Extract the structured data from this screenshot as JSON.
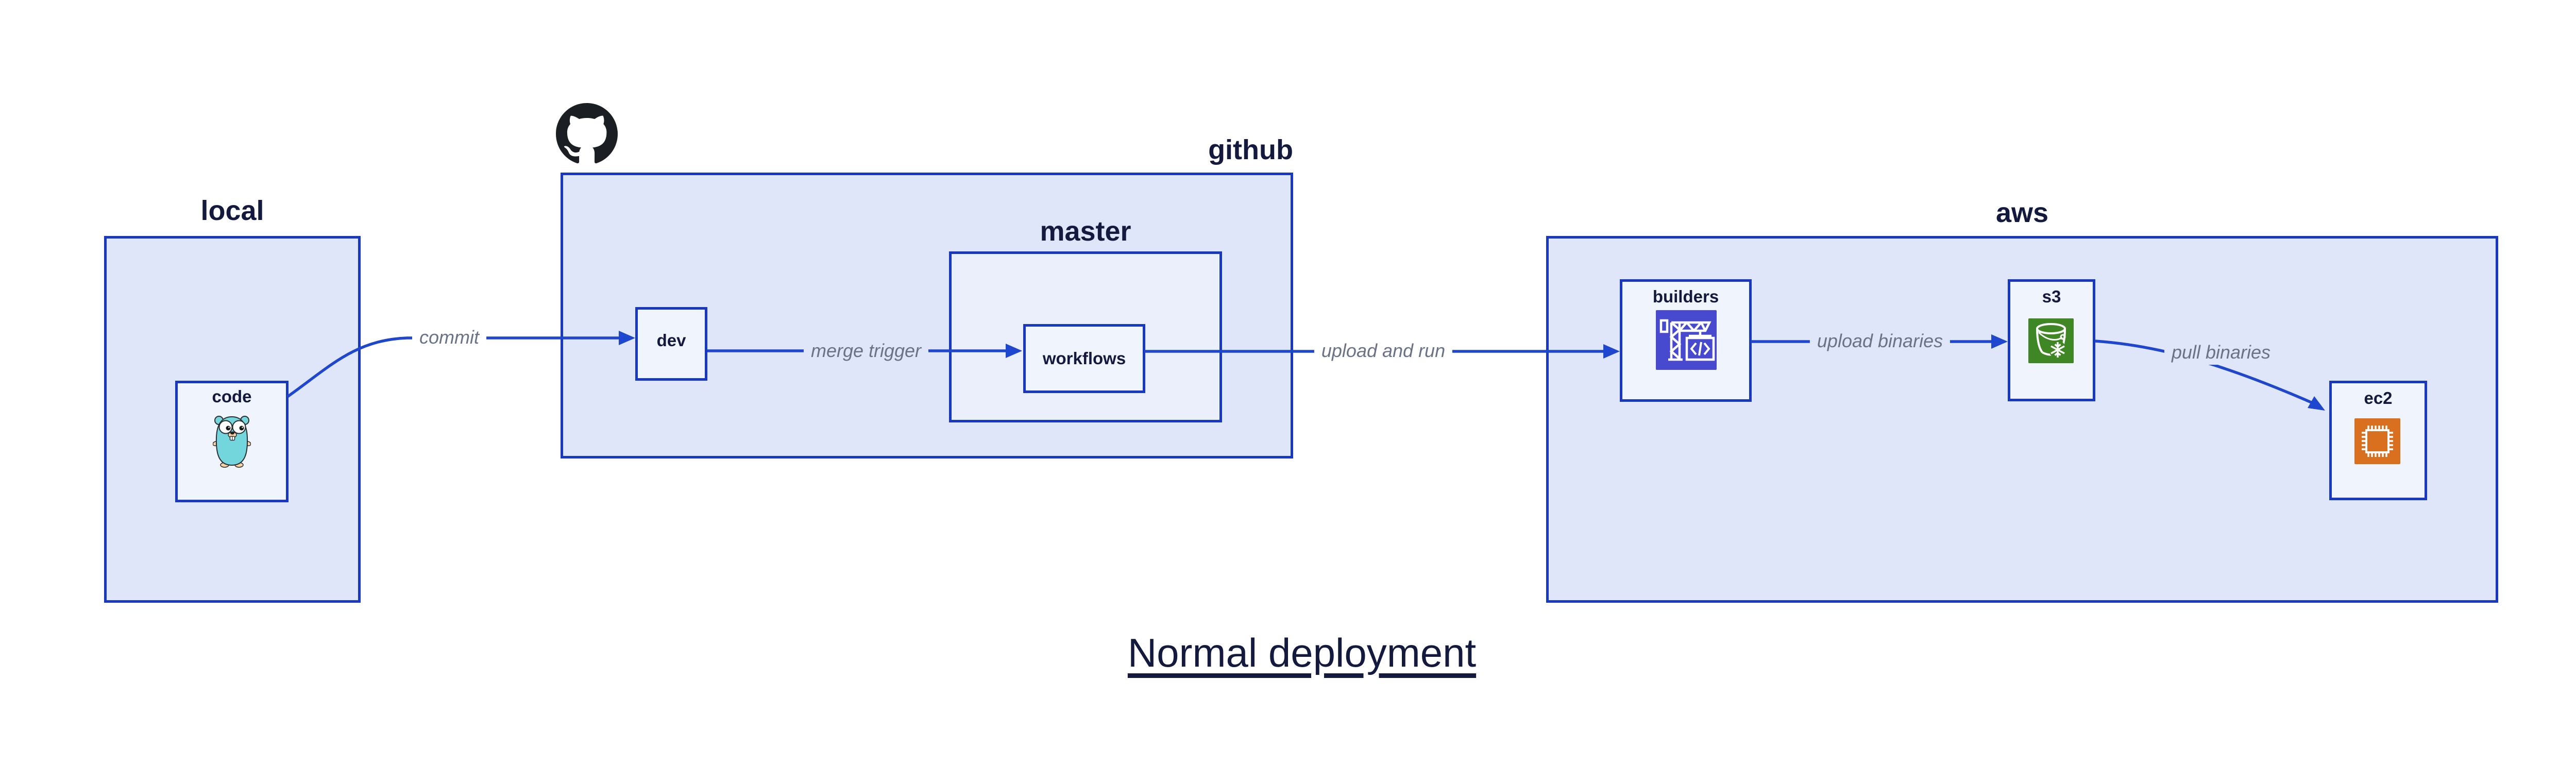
{
  "title": {
    "text": "Normal deployment"
  },
  "containers": {
    "local": {
      "label": "local"
    },
    "github": {
      "label": "github"
    },
    "master": {
      "label": "master"
    },
    "aws": {
      "label": "aws"
    }
  },
  "nodes": {
    "code": {
      "label": "code",
      "icon": "go-gopher-icon"
    },
    "dev": {
      "label": "dev"
    },
    "workflows": {
      "label": "workflows"
    },
    "builders": {
      "label": "builders",
      "icon": "codebuild-crane-icon"
    },
    "s3": {
      "label": "s3",
      "icon": "s3-bucket-snowflake-icon"
    },
    "ec2": {
      "label": "ec2",
      "icon": "ec2-chip-icon"
    }
  },
  "edges": {
    "commit": {
      "label": "commit"
    },
    "merge_trigger": {
      "label": "merge trigger"
    },
    "upload_and_run": {
      "label": "upload and run"
    },
    "upload_binaries": {
      "label": "upload binaries"
    },
    "pull_binaries": {
      "label": "pull binaries"
    }
  },
  "icons": {
    "github_logo": "github-octocat-icon"
  },
  "colors": {
    "box_border": "#1838BF",
    "edge_blue": "#1E46CE",
    "container_fill": "#E0E6F9",
    "master_fill": "#EAEFFB",
    "node_fill": "#F0F4FD",
    "label_navy": "#131A3D",
    "edge_label_grey": "#6A7287",
    "codebuild_indigo": "#4749CE",
    "s3_green": "#3F8624",
    "ec2_orange": "#D9701F",
    "gopher_teal": "#74D6DD",
    "github_black": "#1B1F23"
  }
}
